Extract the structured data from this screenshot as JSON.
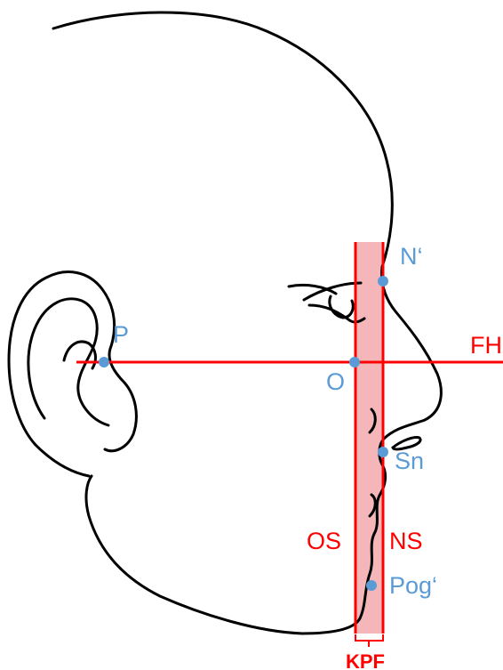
{
  "colors": {
    "outline": "#000000",
    "reference_line": "#ff0000",
    "band_fill": "#f4b6b9",
    "point_marker": "#5b9bd5",
    "point_label": "#5b9bd5",
    "zone_label": "#ff0000"
  },
  "points": {
    "n_prime": "N‘",
    "p": "P",
    "o": "O",
    "sn": "Sn",
    "pog_prime": "Pog‘"
  },
  "lines": {
    "fh": "FH"
  },
  "zones": {
    "os": "OS",
    "ns": "NS",
    "kpf": "KPF"
  }
}
